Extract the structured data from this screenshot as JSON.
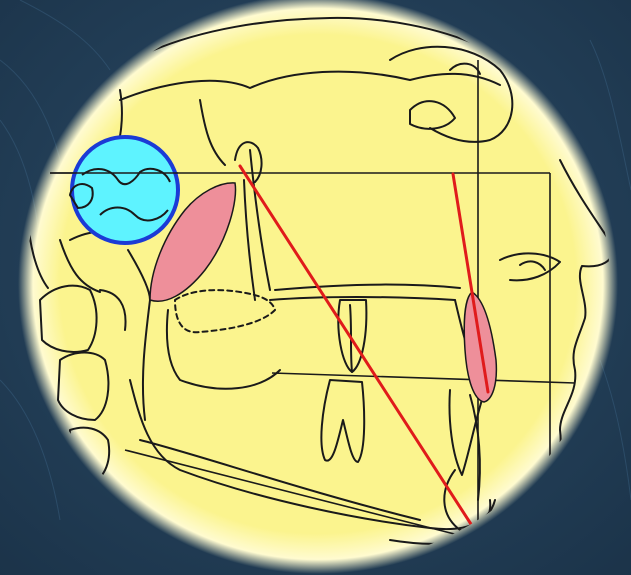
{
  "colors": {
    "background_dark": "#1b3349",
    "background_mid": "#2c4d69",
    "spotlight": "#fbf48e",
    "spotlight_glow": "#fffbd0",
    "tracing_line": "#1a1a1a",
    "reference_line": "#e01b1b",
    "soft_tissue_fill": "#ee8f9a",
    "highlight_circle_fill": "#5ef3ff",
    "highlight_circle_stroke": "#1b3bd6"
  },
  "elements": {
    "spotlight": "cephalometric-tracing-area",
    "highlight_circle": "condyle-highlight",
    "left_red_line": "mandibular-reference-line",
    "right_red_line": "vertical-facial-line",
    "left_pink": "posterior-soft-tissue",
    "right_pink": "lip-soft-tissue",
    "upper_horizontal": "frankfort-horizontal-line",
    "lower_horizontal": "occlusal-line",
    "frame": "reference-frame"
  }
}
